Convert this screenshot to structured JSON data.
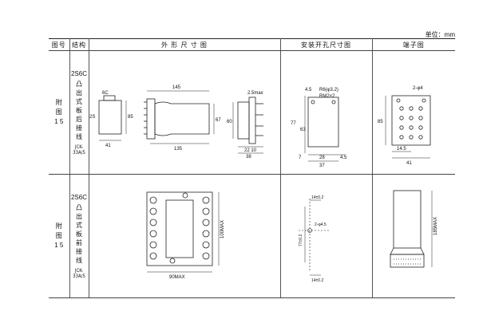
{
  "unit_label": "单位：mm",
  "headers": {
    "fig_no": "图号",
    "structure": "结构",
    "dimensions": "外 形 尺 寸 图",
    "mounting": "安装开孔尺寸图",
    "terminal": "端子图"
  },
  "rows": [
    {
      "fig": [
        "附",
        "图",
        "1 5"
      ],
      "code": "2S6C",
      "structure_name": [
        "凸",
        "出",
        "式",
        "板",
        "后",
        "接",
        "线"
      ],
      "model": "JCK-33A/5",
      "dim_labels": {
        "a": "6C",
        "b": "2S",
        "c": "85",
        "d": "41",
        "e": "145",
        "f": "67",
        "g": "135",
        "h": "2.5max",
        "i": "60",
        "j": "22 10",
        "k": "38"
      },
      "mount_labels": {
        "a": "4.5",
        "b": "R6(φ3.2)",
        "c": "RM2×2",
        "d": "77",
        "e": "63",
        "f": "28",
        "g": "4.5",
        "h": "7",
        "i": "37"
      },
      "term_labels": {
        "a": "2-φ4",
        "b": "85",
        "c": "14.5",
        "d": "41"
      }
    },
    {
      "fig": [
        "附",
        "图",
        "1 5"
      ],
      "code": "2S6C",
      "structure_name": [
        "凸",
        "出",
        "式",
        "板",
        "前",
        "接",
        "线"
      ],
      "model": "JCK-33A/5",
      "dim_labels": {
        "a": "100MAX",
        "b": "90MAX"
      },
      "mount_labels": {
        "a": "14±0.2",
        "b": "2-φ4.5",
        "c": "77±0.2",
        "d": "14±0.2"
      },
      "term_labels": {
        "a": "185MAX"
      }
    }
  ]
}
